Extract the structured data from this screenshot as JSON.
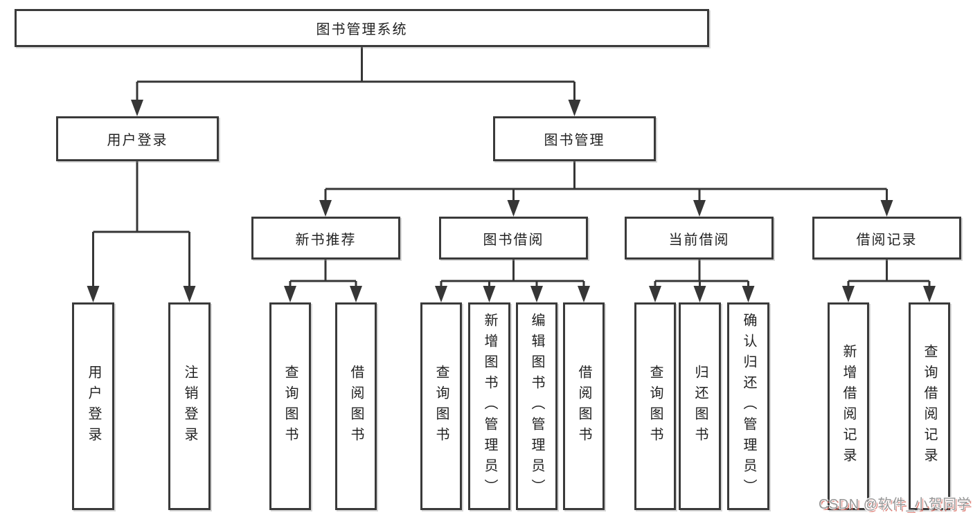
{
  "title": "图书管理系统",
  "level2": {
    "user_login": {
      "label": "用户登录",
      "children": {
        "login": "用户登录",
        "logout": "注销登录"
      }
    },
    "book_management": {
      "label": "图书管理",
      "children": {
        "new_book_recommend": {
          "label": "新书推荐",
          "children": {
            "query_book": "查询图书",
            "borrow_book": "借阅图书"
          }
        },
        "book_borrow": {
          "label": "图书借阅",
          "children": {
            "query_book": "查询图书",
            "add_book": "新增图书（管理员）",
            "edit_book": "编辑图书（管理员）",
            "borrow_book": "借阅图书"
          }
        },
        "current_borrow": {
          "label": "当前借阅",
          "children": {
            "query_book": "查询图书",
            "return_book": "归还图书",
            "confirm_return": "确认归还（管理员）"
          }
        },
        "borrow_record": {
          "label": "借阅记录",
          "children": {
            "add_record": "新增借阅记录",
            "query_record": "查询借阅记录"
          }
        }
      }
    }
  },
  "watermark": {
    "text": "CSDN @软件_小贺同学"
  },
  "colors": {
    "background": "#ffffff",
    "line": "#363636",
    "box_border": "#3a3a3a",
    "text": "#222222",
    "watermark": "#969696",
    "watermark_shadow": "#d96c62"
  }
}
